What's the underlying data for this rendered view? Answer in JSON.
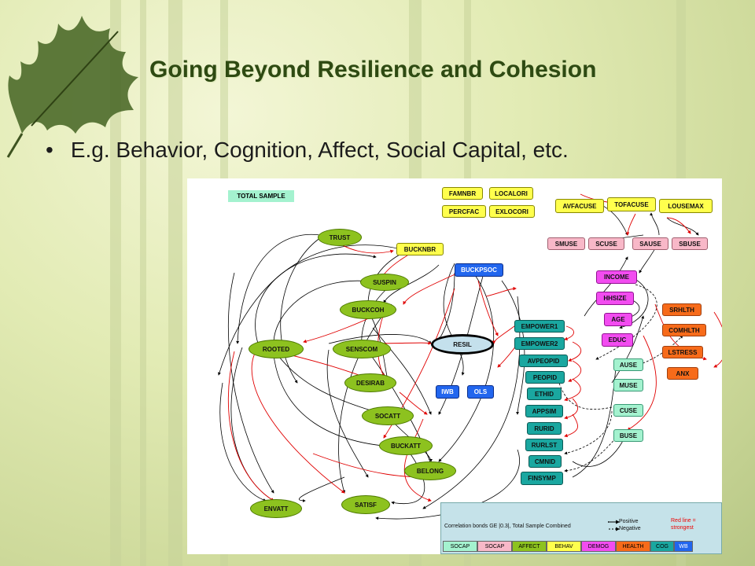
{
  "slide": {
    "title": "Going Beyond Resilience and Cohesion",
    "bullet": "E.g. Behavior, Cognition, Affect, Social Capital, etc.",
    "bullet_glyph": "•"
  },
  "diagram": {
    "sample_label": "TOTAL SAMPLE",
    "nodes": {
      "trust": "TRUST",
      "bucknbr": "BUCKNBR",
      "suspin": "SUSPIN",
      "buckcoh": "BUCKCOH",
      "rooted": "ROOTED",
      "senscom": "SENSCOM",
      "desirab": "DESIRAB",
      "socatt": "SOCATT",
      "buckatt": "BUCKATT",
      "belong": "BELONG",
      "envatt": "ENVATT",
      "satisf": "SATISF",
      "resil": "RESIL",
      "buckpsoc": "BUCKPSOC",
      "iwb": "IWB",
      "ols": "OLS",
      "famnbr": "FAMNBR",
      "localori": "LOCALORI",
      "percfac": "PERCFAC",
      "exlocori": "EXLOCORI",
      "avfacuse": "AVFACUSE",
      "tofacuse": "TOFACUSE",
      "lousemax": "LOUSEMAX",
      "smuse": "SMUSE",
      "scuse": "SCUSE",
      "sause": "SAUSE",
      "sbuse": "SBUSE",
      "income": "INCOME",
      "hhsize": "HHSIZE",
      "age": "AGE",
      "educ": "EDUC",
      "srhlth": "SRHLTH",
      "comhlth": "COMHLTH",
      "lstress": "LSTRESS",
      "anx": "ANX",
      "empower1": "EMPOWER1",
      "empower2": "EMPOWER2",
      "avpeopid": "AVPEOPID",
      "peopid": "PEOPID",
      "ethid": "ETHID",
      "appsim": "APPSIM",
      "rurid": "RURID",
      "rurlst": "RURLST",
      "cmnid": "CMNID",
      "finsymp": "FINSYMP",
      "ause": "AUSE",
      "muse": "MUSE",
      "cuse": "CUSE",
      "buse": "BUSE"
    },
    "legend": {
      "caption": "Correlation bonds GE |0.3|, Total Sample Combined",
      "positive": "Positive",
      "negative": "Negative",
      "red_line": "Red line =",
      "red_line_2": "strongest",
      "categories": [
        "SOCAP",
        "SOCAP",
        "AFFECT",
        "BEHAV",
        "DEMOG",
        "HEALTH",
        "COG",
        "WB"
      ]
    },
    "colors": {
      "affect": "#8dc21f",
      "socap_blue": "#2266ee",
      "teal": "#1aa7a0",
      "yellow": "#ffff4d",
      "pink": "#f8b8c8",
      "magenta": "#f24cf0",
      "orange": "#f76b1a",
      "aqua": "#a4f2cf",
      "strong_edge": "#e00000",
      "edge": "#000000"
    }
  }
}
